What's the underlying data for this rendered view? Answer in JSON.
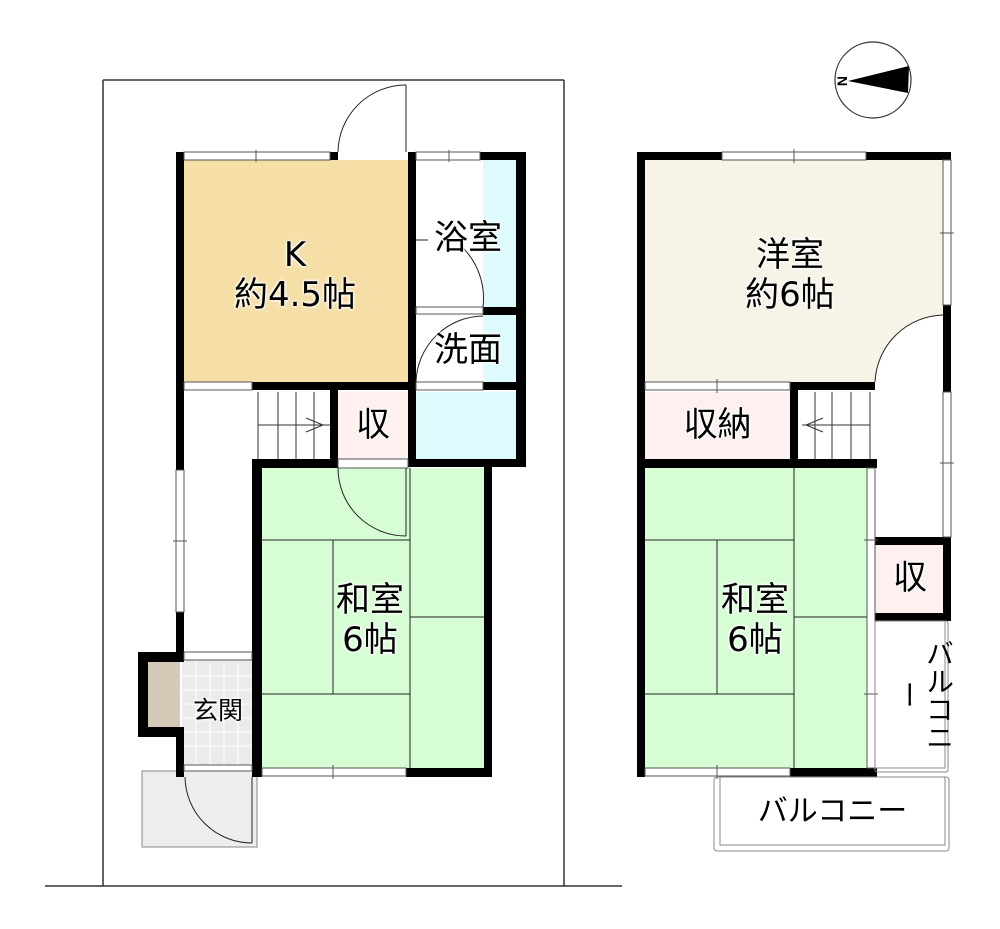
{
  "compass": {
    "label": "N",
    "direction": "west"
  },
  "floor1": {
    "rooms": {
      "kitchen": {
        "name": "K",
        "size": "約4.5帖",
        "color": "#f5dfa7"
      },
      "bath": {
        "name": "浴室",
        "color": "#ddfbfd"
      },
      "washroom": {
        "name": "洗面",
        "color": "#ddfbfd"
      },
      "storage": {
        "name": "収",
        "color": "#fdf0ef"
      },
      "washitsu": {
        "name": "和室",
        "size": "6帖",
        "color": "#d7fdd5"
      },
      "entrance": {
        "name": "玄関",
        "color": "#ebebeb"
      }
    }
  },
  "floor2": {
    "rooms": {
      "youshitsu": {
        "name": "洋室",
        "size": "約6帖",
        "color": "#f7f3e6"
      },
      "closet": {
        "name": "収納",
        "color": "#fdf0ef"
      },
      "washitsu": {
        "name": "和室",
        "size": "6帖",
        "color": "#d7fdd5"
      },
      "storage": {
        "name": "収",
        "color": "#fdf0ef"
      },
      "balcony_side": {
        "name": "バルコニー"
      },
      "balcony_bottom": {
        "name": "バルコニー"
      }
    }
  }
}
